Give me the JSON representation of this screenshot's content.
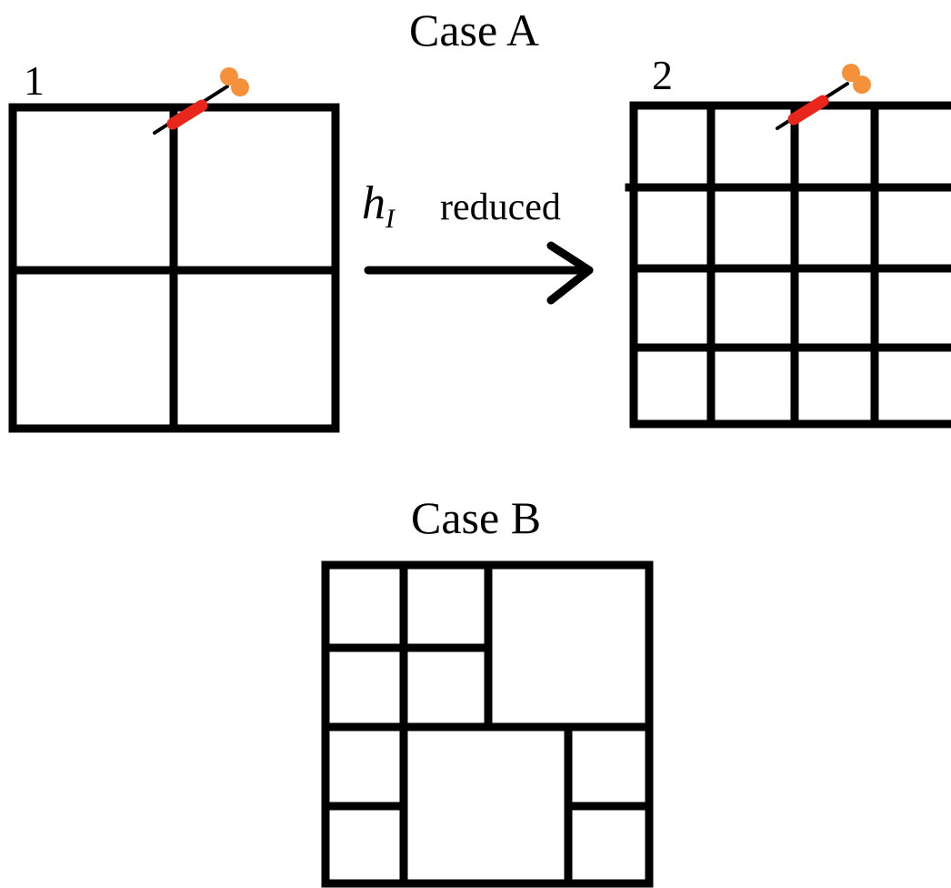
{
  "case_a": {
    "title": "Case A",
    "grid_1_label": "1",
    "grid_2_label": "2",
    "arrow_label_symbol": "h",
    "arrow_label_subscript": "I",
    "arrow_label_text": "reduced"
  },
  "case_b": {
    "title": "Case B"
  },
  "colors": {
    "line": "#000000",
    "dart_body": "#e8261c",
    "dart_flights": "#f5913a"
  }
}
